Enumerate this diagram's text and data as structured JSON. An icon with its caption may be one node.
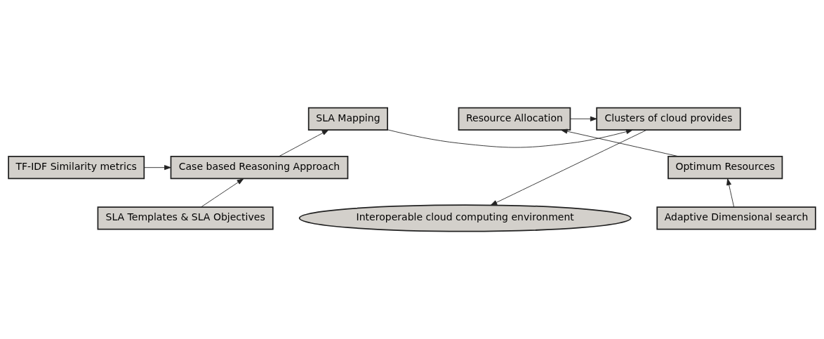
{
  "diagram": {
    "nodes": [
      {
        "text": [
          "SLA Mapping"
        ]
      },
      {
        "text": [
          "Clusters of cloud provides"
        ]
      },
      {
        "text": [
          "Resource Allocation"
        ]
      },
      {
        "text": [
          "Case based Reasoning Approach"
        ]
      },
      {
        "text": [
          "TF-IDF Similarity metrics"
        ]
      },
      {
        "text": [
          "Optimum Resources"
        ]
      },
      {
        "text": [
          "Interoperable cloud computing environment"
        ]
      },
      {
        "text": [
          "SLA Templates & SLA Objectives"
        ]
      },
      {
        "text": [
          "Adaptive Dimensional search"
        ]
      }
    ],
    "edges": [
      {
        "from": 0,
        "to": 1,
        "arrow": "to"
      },
      {
        "from": 2,
        "to": 1,
        "arrow": "to"
      },
      {
        "from": 3,
        "to": 0,
        "arrow": "to"
      },
      {
        "from": 4,
        "to": 3,
        "arrow": "to"
      },
      {
        "from": 1,
        "to": 6,
        "arrow": "to"
      },
      {
        "from": 5,
        "to": 2,
        "arrow": "to"
      },
      {
        "from": 7,
        "to": 3,
        "arrow": "to"
      },
      {
        "from": 8,
        "to": 5,
        "arrow": "to"
      }
    ]
  }
}
